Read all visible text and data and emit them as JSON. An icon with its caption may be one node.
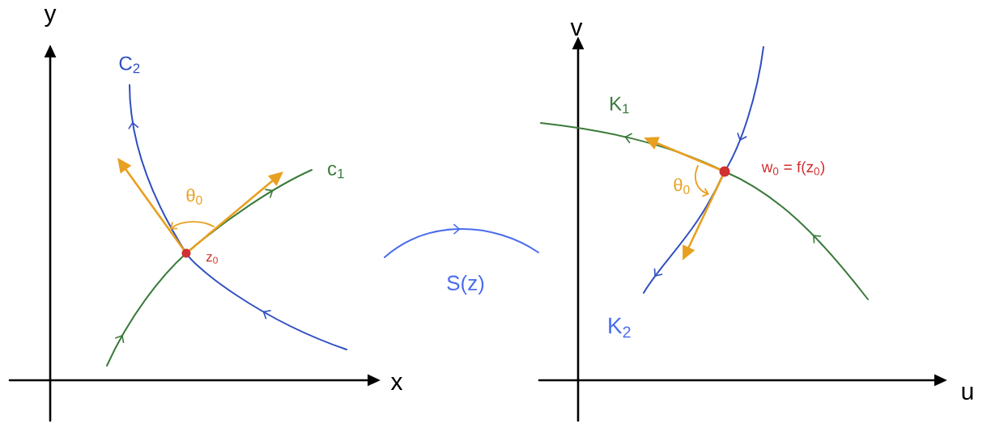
{
  "diagram": {
    "labels": [
      "y",
      "C$_{2}$",
      "c$_{1}$",
      "θ$_{0}$",
      "z$_{0}$",
      "x",
      "v",
      "K$_{1}$",
      "w$_{0}$ = f(z$_{0}$)",
      "θ$_{0}$",
      "S(z)",
      "K$_{2}$",
      "u"
    ]
  }
}
